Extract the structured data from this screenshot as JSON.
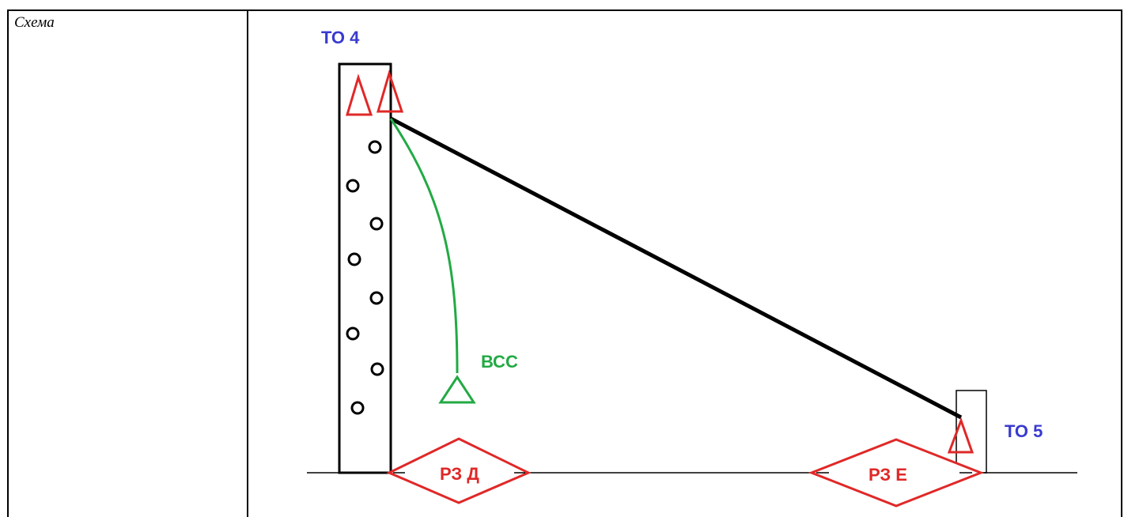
{
  "cell_label": "Схема",
  "labels": {
    "to4": "ТО 4",
    "to5": "ТО 5",
    "vss": "ВСС",
    "rz_d": "РЗ Д",
    "rz_e": "РЗ Е"
  },
  "colors": {
    "line": "#000000",
    "anchor_red": "#e02828",
    "anchor_green": "#22aa44",
    "label_blue": "#3a3ad0"
  }
}
